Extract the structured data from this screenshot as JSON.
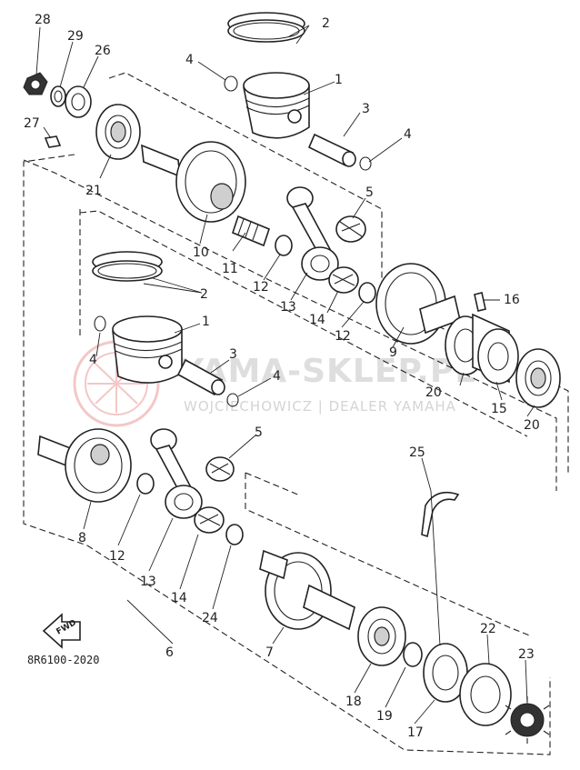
{
  "diagram": {
    "drawing_code": "8R6100-2020",
    "forward_label": "FWD",
    "watermark": {
      "brand": "YAMA-SKLEP.PL",
      "sub": "WOJCIECHOWICZ | DEALER YAMAHA"
    },
    "callouts": [
      "28",
      "29",
      "26",
      "27",
      "21",
      "10",
      "11",
      "12",
      "13",
      "14",
      "12",
      "9",
      "20",
      "15",
      "20",
      "16",
      "2",
      "4",
      "1",
      "3",
      "4",
      "5",
      "2",
      "1",
      "4",
      "3",
      "4",
      "5",
      "8",
      "12",
      "13",
      "14",
      "24",
      "6",
      "7",
      "18",
      "19",
      "17",
      "22",
      "23",
      "25"
    ]
  }
}
